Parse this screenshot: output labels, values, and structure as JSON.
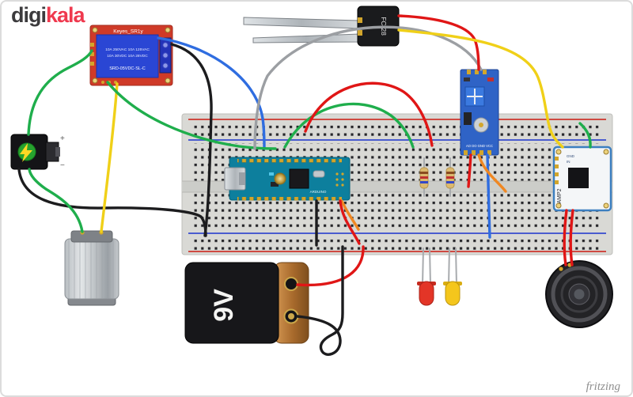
{
  "brand": {
    "digi": "digi",
    "kala": "kala",
    "digi_color": "#3c3b3d",
    "kala_color": "#ef394e"
  },
  "watermark": {
    "label": "fritzing"
  },
  "relay": {
    "title": "Keyes_SR1y",
    "rating_line1": "10A 250VAC 10A 125VAC",
    "rating_line2": "10A 30VDC 10A 28VDC",
    "model": "SRD-05VDC-SL-C"
  },
  "probe": {
    "label": "FC-28"
  },
  "battery": {
    "label": "9V"
  },
  "amplifier": {
    "label": "AMP2",
    "pin1": "GND",
    "pin2": "IN"
  },
  "sensor_module": {
    "pin_labels": "AO DO GND VCC"
  },
  "arduino": {
    "label": "ARDUINO"
  },
  "power_jack": {
    "plus": "+",
    "minus": "−"
  },
  "colors": {
    "red": "#e01616",
    "green": "#1fae4c",
    "blue": "#2f6de0",
    "yellow": "#f0d018",
    "black": "#1c1c1e",
    "gray": "#9c9fa3",
    "orange": "#ef8722",
    "lead_gray": "#a8abae"
  }
}
